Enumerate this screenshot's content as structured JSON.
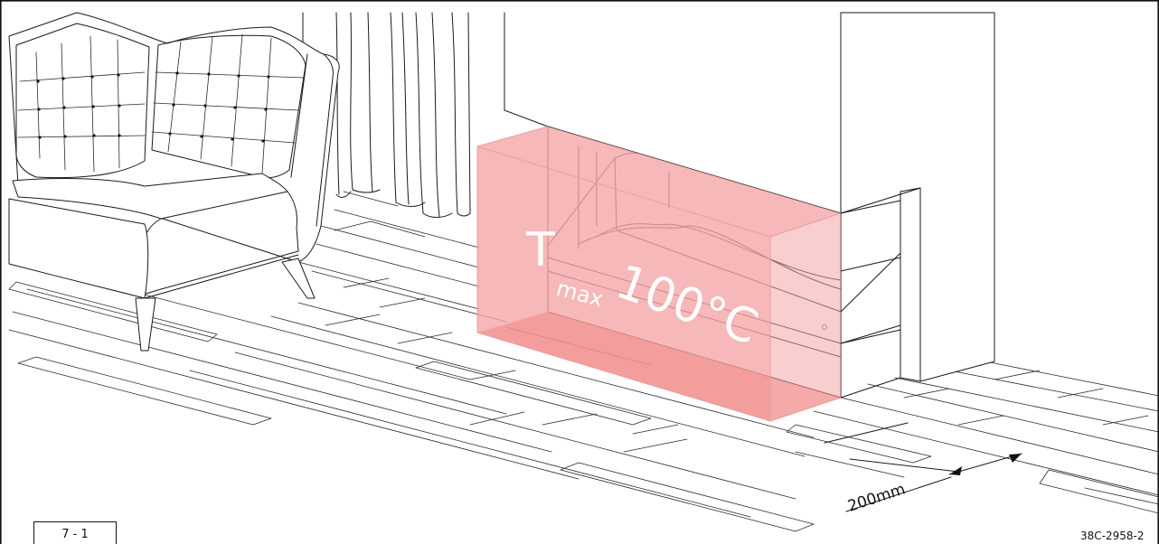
{
  "diagram": {
    "temperature": {
      "symbol": "T",
      "subscript": "max",
      "value": "100°C"
    },
    "distance_label": "200mm",
    "figure_number": "7 - 1",
    "reference_code": "38C-2958-2",
    "zone_color": "#f4a6a6",
    "zone_floor_color": "#f28c8c",
    "line_color": "#1a1a1a"
  }
}
